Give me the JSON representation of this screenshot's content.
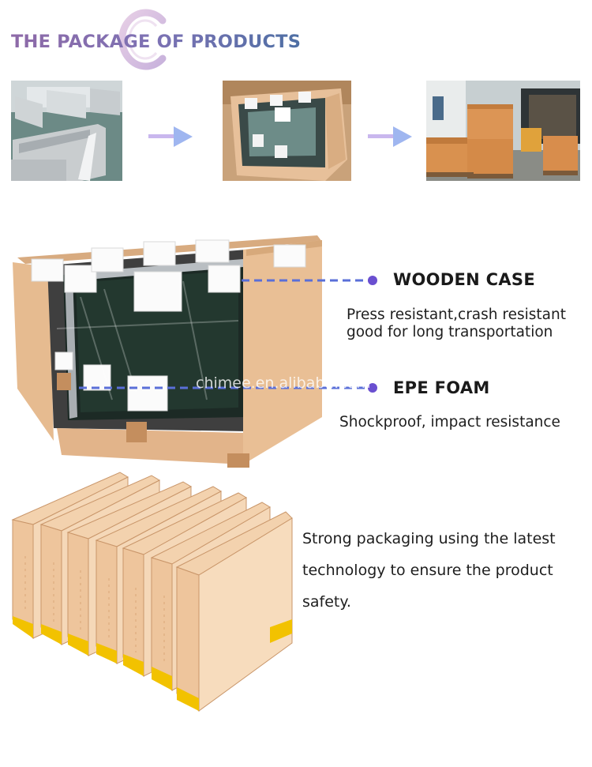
{
  "header": {
    "title": "THE PACKAGE OF PRODUCTS",
    "logo_icon": "letter-c-logo-icon"
  },
  "process_photos": [
    {
      "name": "kiosk-production-photo"
    },
    {
      "name": "crate-packing-photo"
    },
    {
      "name": "crates-loading-truck-photo"
    }
  ],
  "arrow_icon": "right-arrow-icon",
  "sections": {
    "wooden_case": {
      "heading": "WOODEN CASE",
      "description_lines": [
        "Press resistant,crash resistant",
        "good for long transportation"
      ]
    },
    "epe_foam": {
      "heading": "EPE FOAM",
      "description": "Shockproof, impact resistance"
    },
    "carton": {
      "lines": [
        "Strong packaging using the latest",
        "technology to ensure the product",
        "safety."
      ]
    }
  },
  "watermark": "chimee.en.alibaba.com",
  "colors": {
    "title_gradient_start": "#8e6aa8",
    "title_gradient_end": "#4e6fa4",
    "arrow": "#b7b3ee",
    "callout_dash": "#5a6fd8",
    "callout_dot": "#6a4fd0",
    "wood": "#e8b98c",
    "carton": "#f0c9a2",
    "carton_tape": "#f2c200"
  }
}
